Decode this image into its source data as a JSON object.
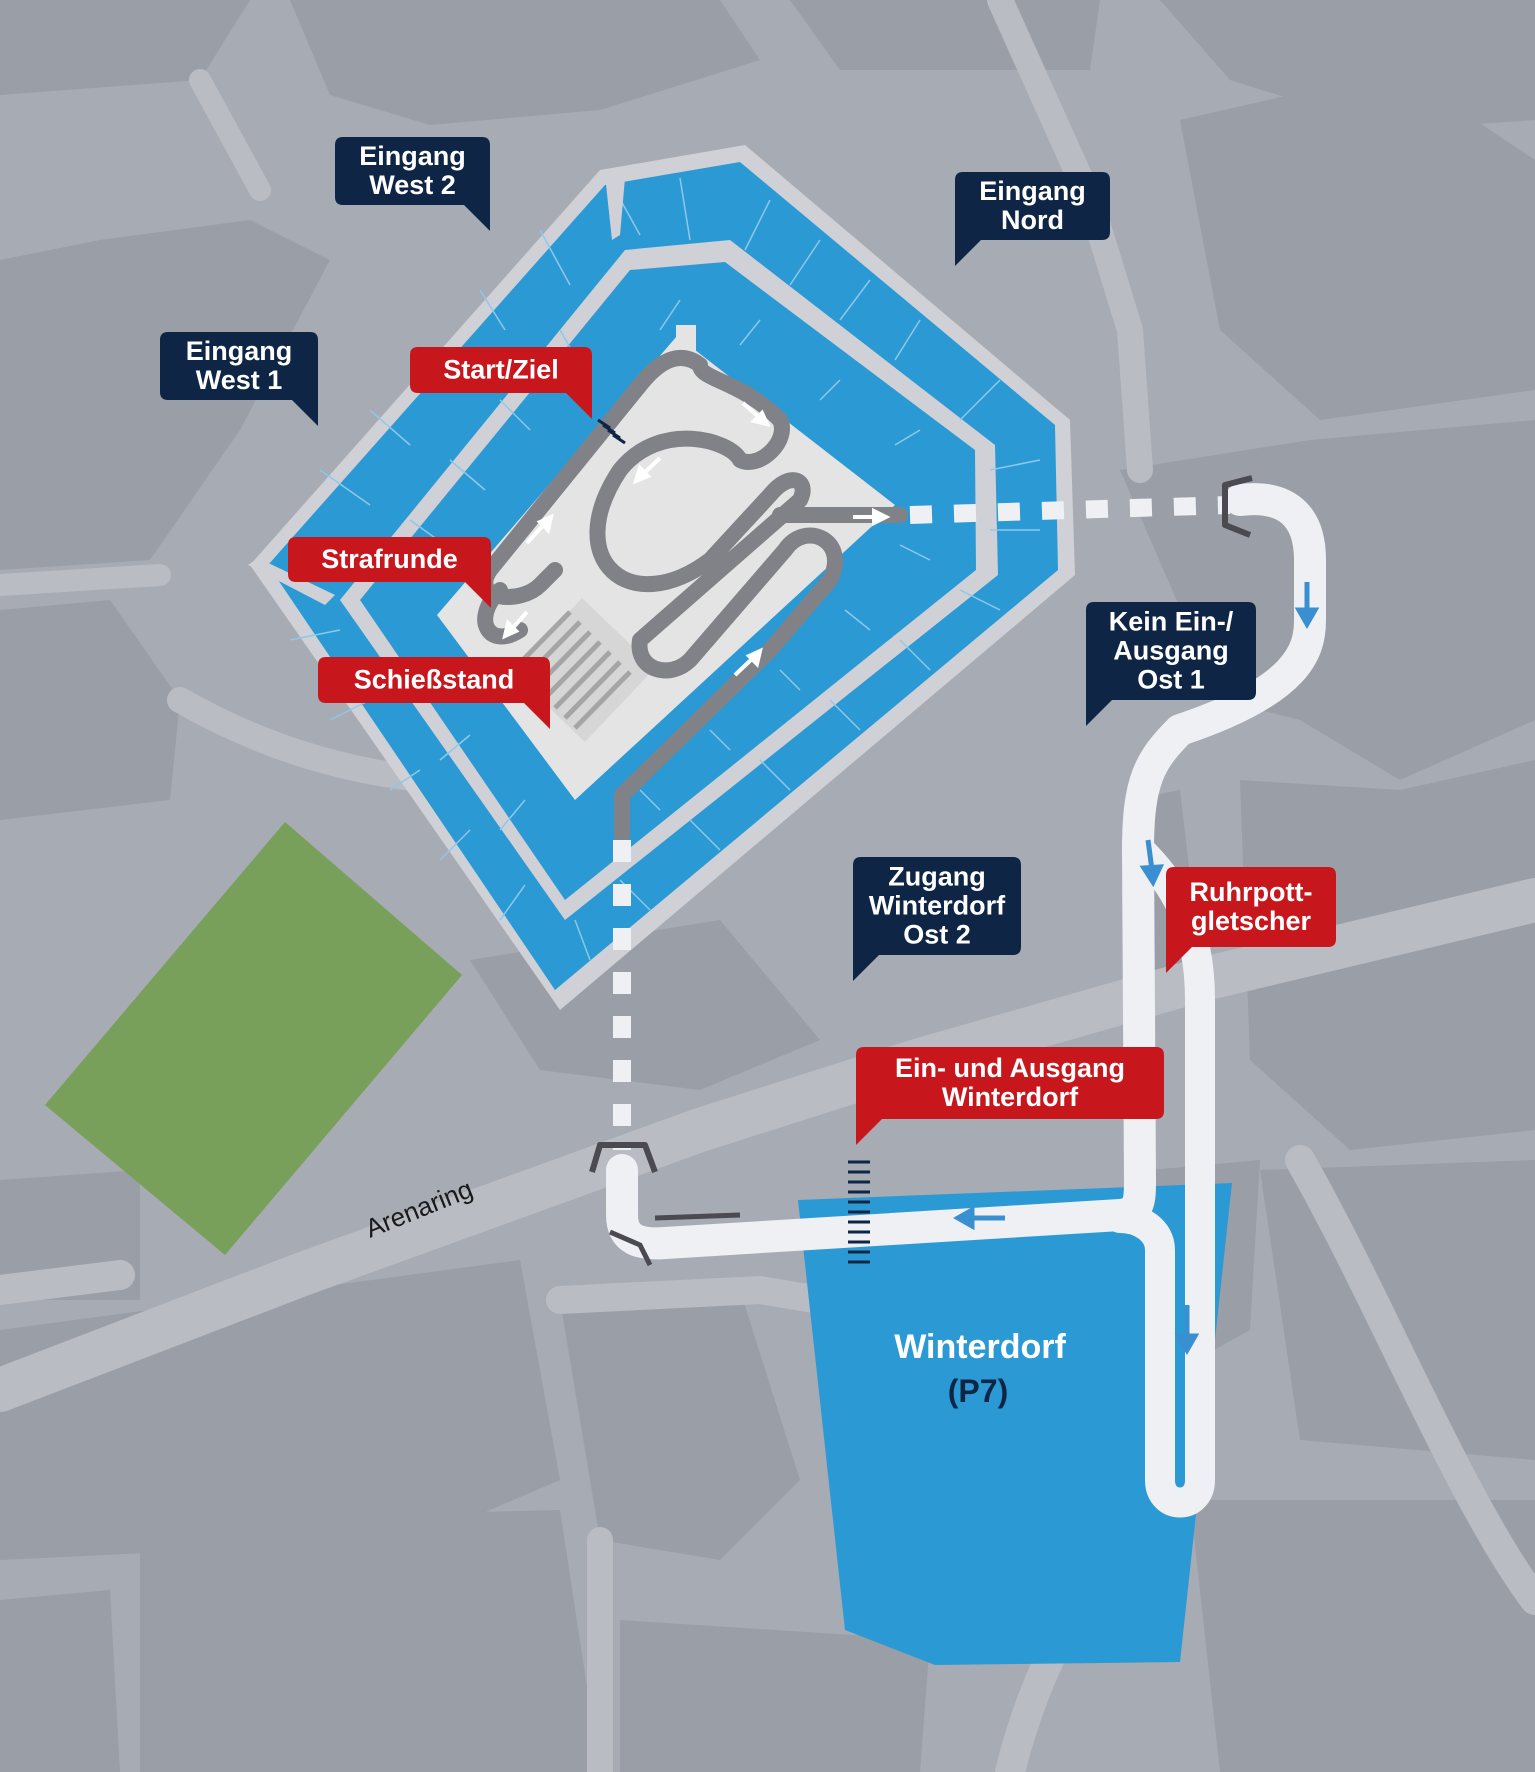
{
  "colors": {
    "background": "#a7abb3",
    "block": "#9a9ea6",
    "road": "#b9bcc3",
    "stadium_blue": "#2b9ad4",
    "concourse": "#cfd1d6",
    "track": "#808287",
    "field": "#e4e4e4",
    "green": "#78a05a",
    "navy": "#0e2545",
    "red": "#c8161d",
    "path_white": "#eef0f3",
    "arrow_blue": "#3a8fd0",
    "dark_text": "#0e2545"
  },
  "labels": {
    "eingang_west2": [
      "Eingang",
      "West 2"
    ],
    "eingang_west1": [
      "Eingang",
      "West 1"
    ],
    "eingang_nord": [
      "Eingang",
      "Nord"
    ],
    "kein_ost1": [
      "Kein Ein-/",
      "Ausgang",
      "Ost 1"
    ],
    "zugang_winterdorf_ost2": [
      "Zugang",
      "Winterdorf",
      "Ost 2"
    ],
    "start_ziel": [
      "Start/Ziel"
    ],
    "strafrunde": [
      "Strafrunde"
    ],
    "schiessstand": [
      "Schießstand"
    ],
    "ruhrpottgletscher": [
      "Ruhrpott-",
      "gletscher"
    ],
    "ein_ausgang_winterdorf": [
      "Ein- und Ausgang",
      "Winterdorf"
    ]
  },
  "winterdorf": {
    "name": "Winterdorf",
    "parking": "(P7)"
  },
  "street": {
    "name": "Arenaring"
  },
  "icons": [
    "direction-arrow-icon",
    "gate-icon",
    "crossing-stripes-icon"
  ]
}
